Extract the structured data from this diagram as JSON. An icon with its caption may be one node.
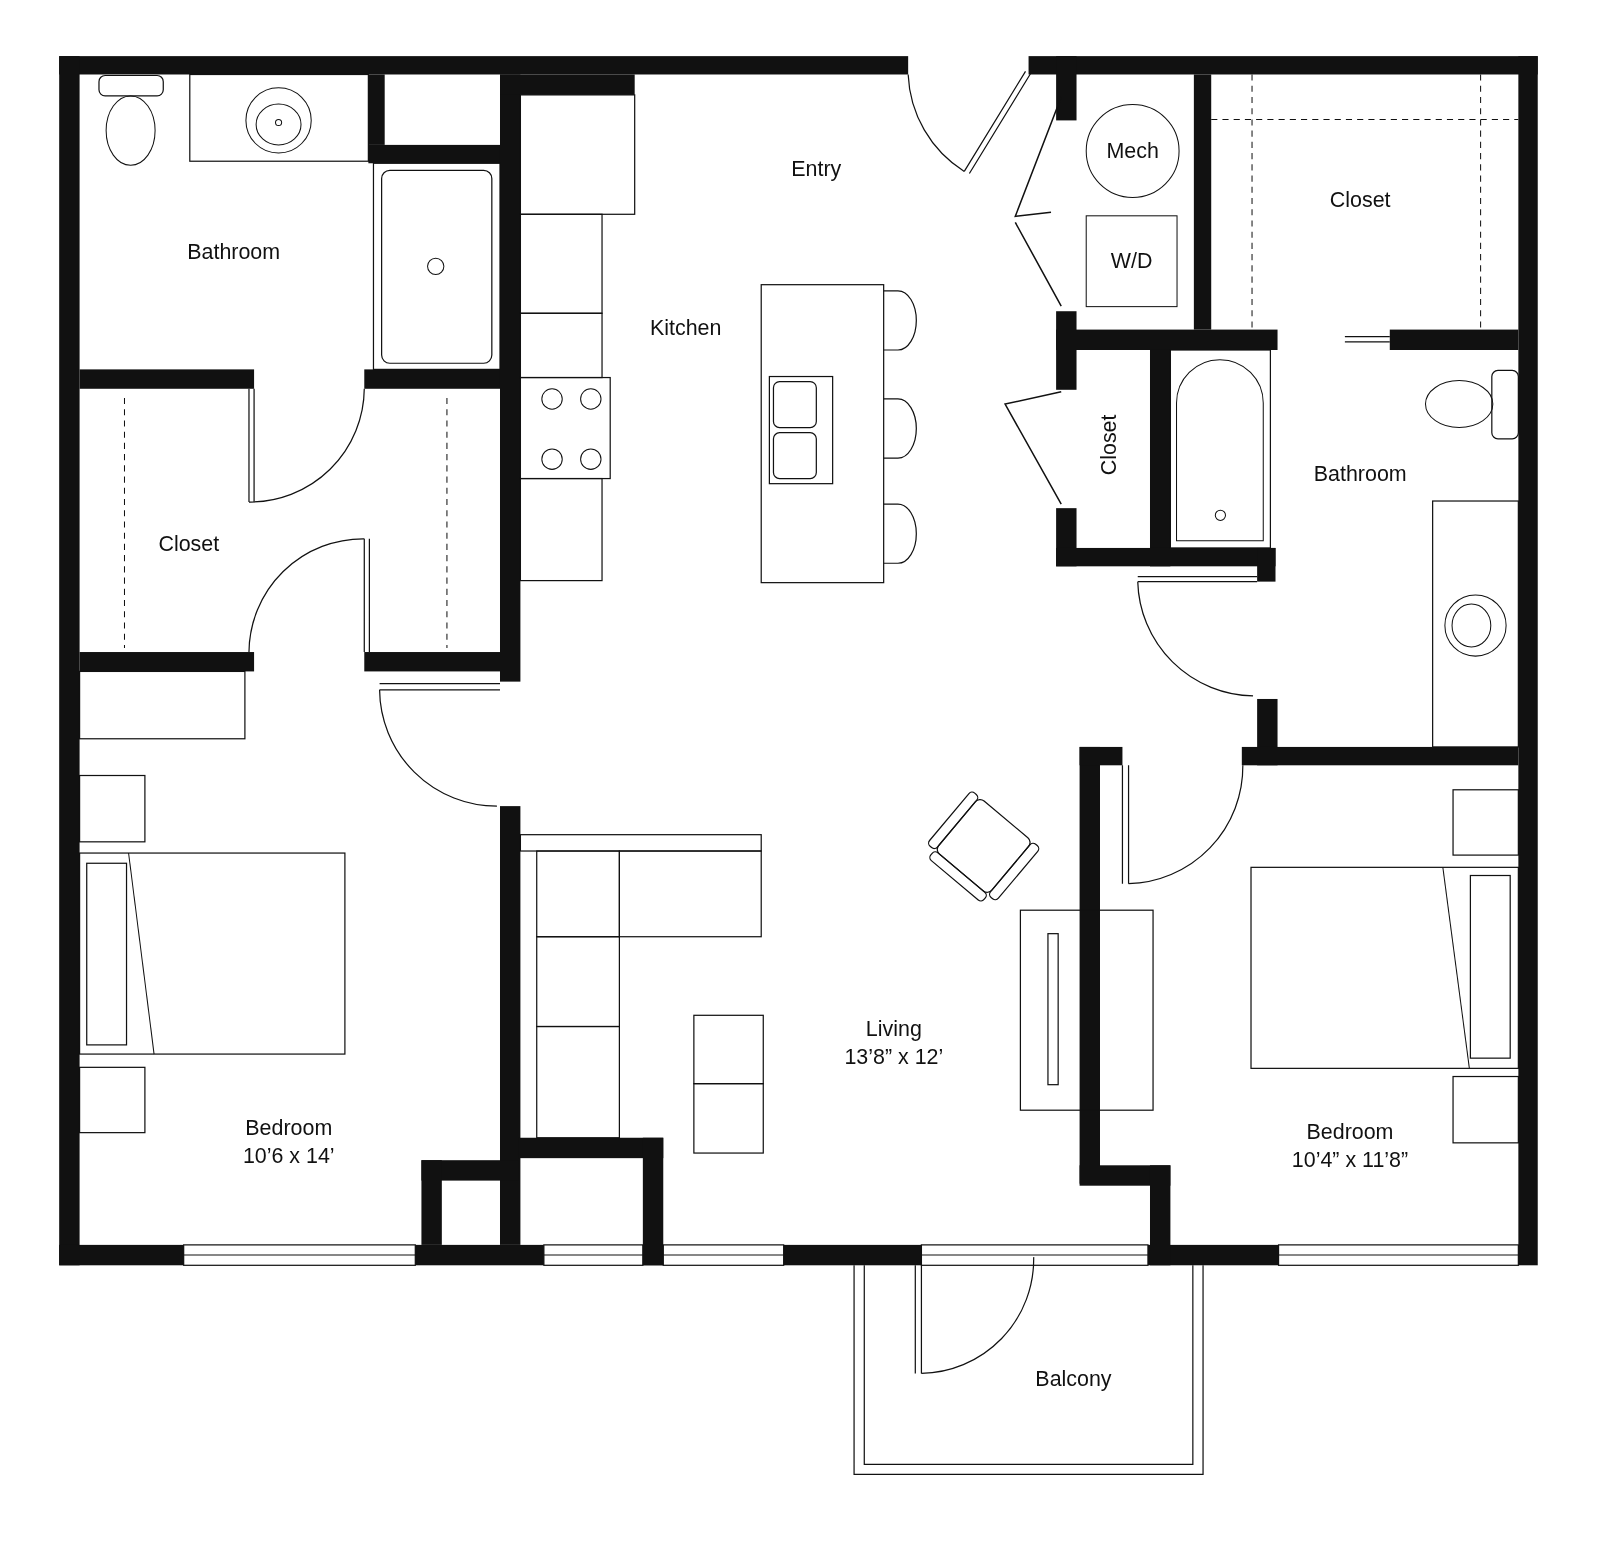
{
  "diagram": {
    "nodes": [
      {
        "text": [
          "Mech"
        ]
      },
      {
        "text": [
          "W/D"
        ]
      }
    ],
    "labels": [
      "Entry",
      "Closet",
      "Bathroom",
      "Kitchen",
      "Closet",
      "Bathroom",
      "Closet",
      "Living",
      "13’8” x 12’",
      "Bedroom",
      "10’6 x 14’",
      "Bedroom",
      "10’4” x 11’8”",
      "Balcony"
    ]
  }
}
